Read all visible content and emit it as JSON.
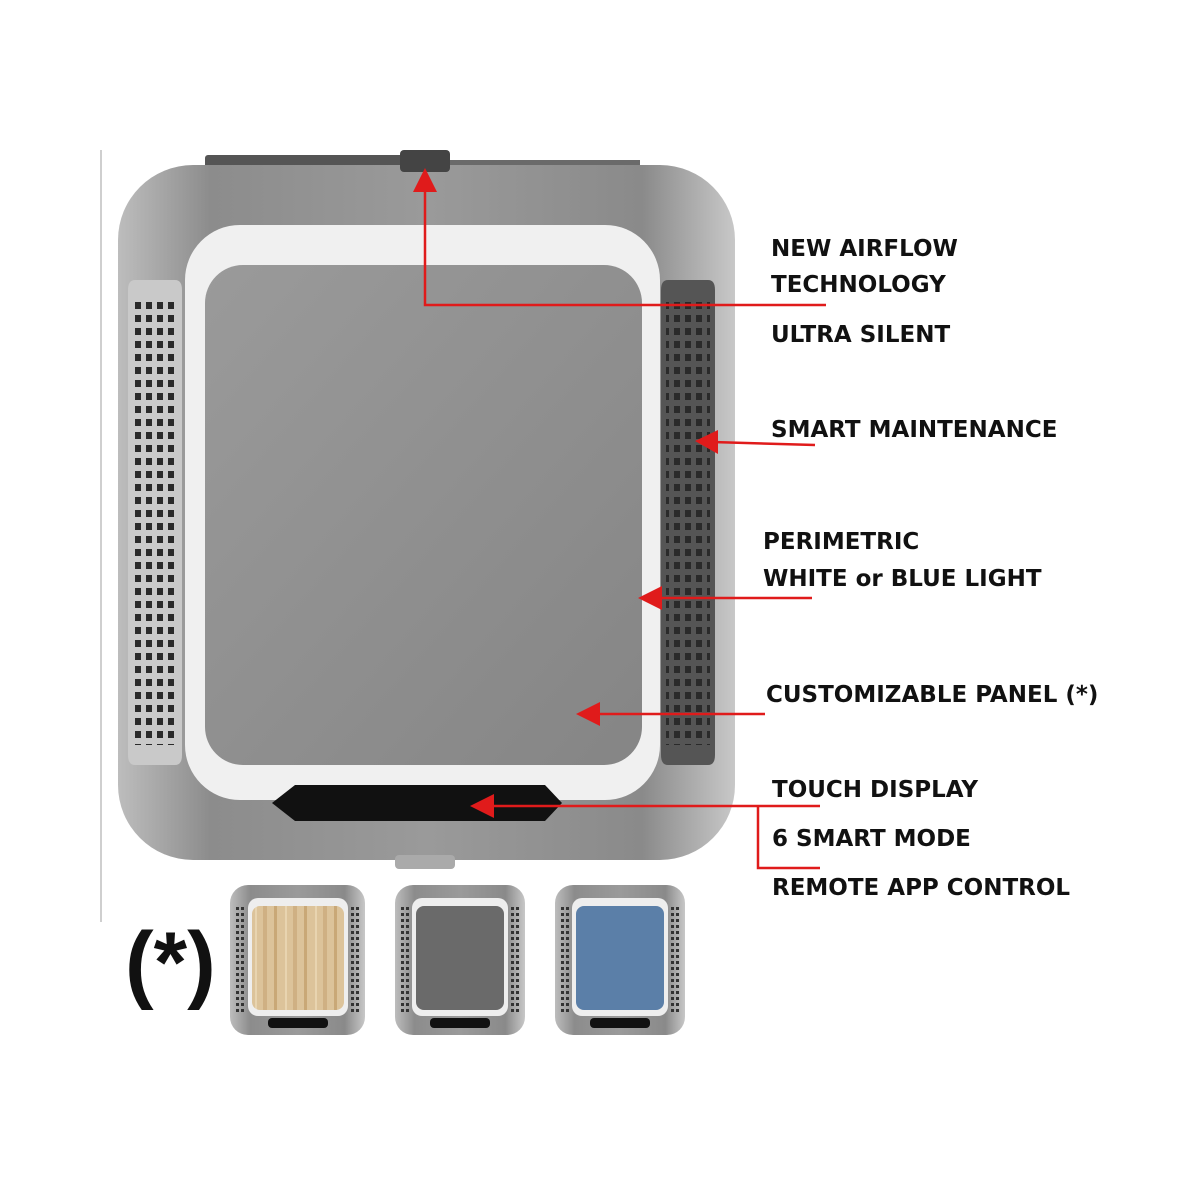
{
  "labels": {
    "airflow_line1": "NEW AIRFLOW",
    "airflow_line2": "TECHNOLOGY",
    "ultra_silent": "ULTRA SILENT",
    "smart_maintenance": "SMART MAINTENANCE",
    "perimetric_line1": "PERIMETRIC",
    "perimetric_line2": "WHITE or BLUE LIGHT",
    "customizable_panel": "CUSTOMIZABLE PANEL (*)",
    "touch_display": "TOUCH DISPLAY",
    "smart_mode": "6 SMART MODE",
    "remote_app": "REMOTE APP CONTROL"
  },
  "variants_marker": "(*)",
  "colors": {
    "arrow": "#e01b1b",
    "panel_grey": "#8f8f8f",
    "panel_wood": "#d9bf94",
    "panel_dark": "#6a6a6a",
    "panel_blue": "#5b7fa8"
  }
}
